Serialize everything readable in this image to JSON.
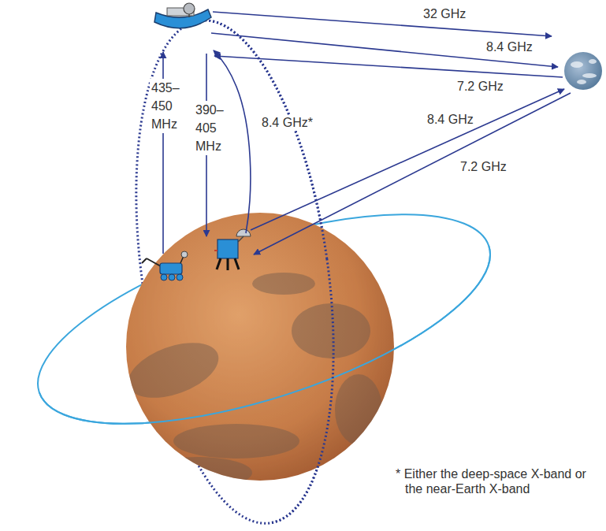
{
  "diagram": {
    "labels": [
      "32 GHz",
      "8.4 GHz",
      "7.2 GHz",
      "435– 450 MHz",
      "390– 405 MHz",
      "8.4 GHz*",
      "8.4 GHz",
      "7.2 GHz",
      "* Either the deep-space X-band or the near-Earth X-band"
    ]
  }
}
